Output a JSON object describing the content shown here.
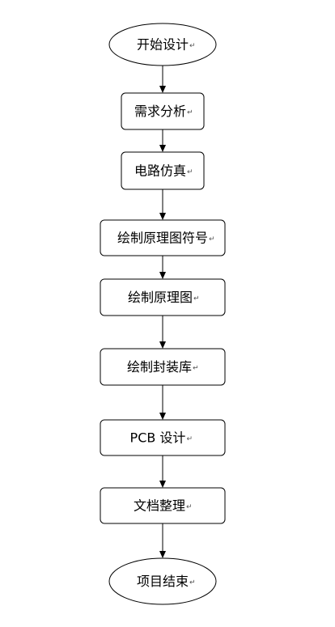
{
  "nodes": [
    {
      "id": "start",
      "shape": "ellipse",
      "label": "开始设计"
    },
    {
      "id": "requirements",
      "shape": "rect",
      "label": "需求分析"
    },
    {
      "id": "simulation",
      "shape": "rect",
      "label": "电路仿真"
    },
    {
      "id": "schematic-symbols",
      "shape": "rect",
      "label": "绘制原理图符号"
    },
    {
      "id": "schematic",
      "shape": "rect",
      "label": "绘制原理图"
    },
    {
      "id": "footprint-library",
      "shape": "rect",
      "label": "绘制封装库"
    },
    {
      "id": "pcb-design",
      "shape": "rect",
      "label": "PCB 设计"
    },
    {
      "id": "documentation",
      "shape": "rect",
      "label": "文档整理"
    },
    {
      "id": "end",
      "shape": "ellipse",
      "label": "项目结束"
    }
  ],
  "paragraph_mark": "↵",
  "colors": {
    "stroke": "#000000",
    "fill": "#ffffff",
    "text": "#000000"
  }
}
